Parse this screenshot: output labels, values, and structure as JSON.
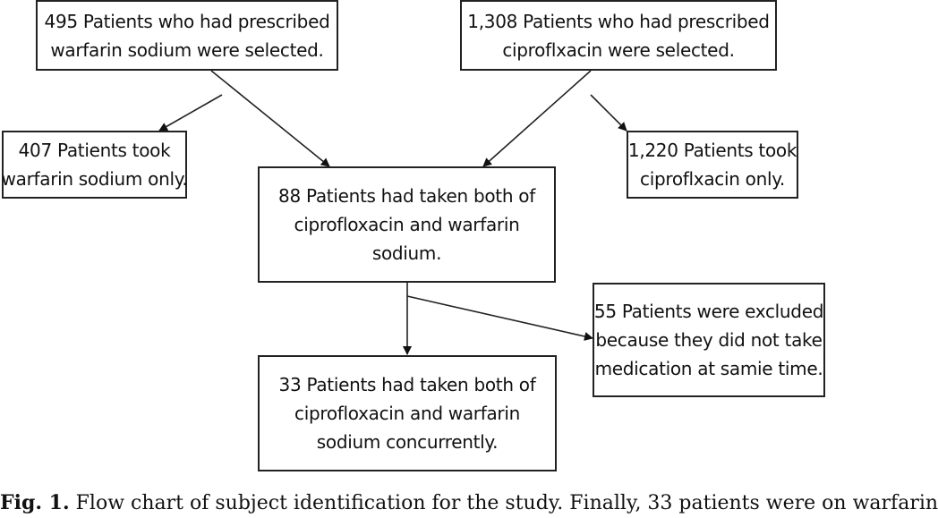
{
  "boxes": {
    "warfarin_selected": [
      "495 Patients who had prescribed",
      "warfarin sodium were selected."
    ],
    "cipro_selected": [
      "1,308 Patients who had prescribed",
      "ciproflxacin were selected."
    ],
    "warfarin_only": [
      "407 Patients took",
      "warfarin sodium only."
    ],
    "cipro_only": [
      "1,220 Patients took",
      "ciproflxacin only."
    ],
    "both": [
      "88 Patients had taken both of",
      "ciprofloxacin and warfarin",
      "sodium."
    ],
    "excluded": [
      "55 Patients were excluded",
      "because they did not take",
      "medication at samie time."
    ],
    "concurrent": [
      "33 Patients had taken both of",
      "ciprofloxacin and warfarin",
      "sodium concurrently."
    ]
  },
  "caption": {
    "label": "Fig. 1.",
    "text": "Flow chart of subject identification for the study. Finally, 33 patients were on warfarin"
  }
}
